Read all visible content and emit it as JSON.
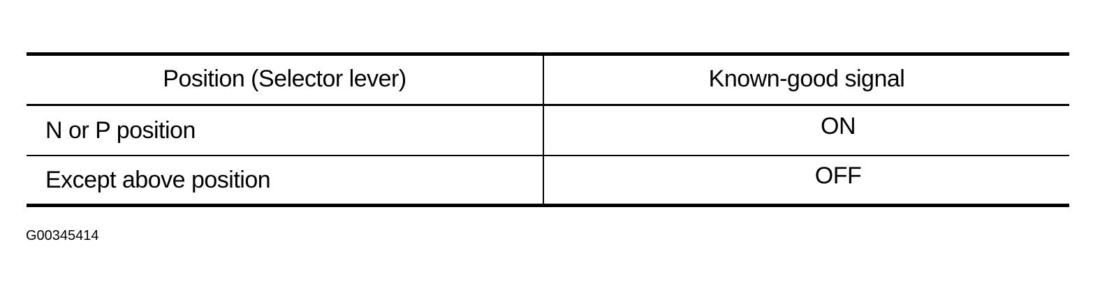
{
  "table": {
    "headers": [
      "Position (Selector lever)",
      "Known-good signal"
    ],
    "rows": [
      {
        "position": "N or P position",
        "signal": "ON"
      },
      {
        "position": "Except above position",
        "signal": "OFF"
      }
    ]
  },
  "figure_id": "G00345414"
}
